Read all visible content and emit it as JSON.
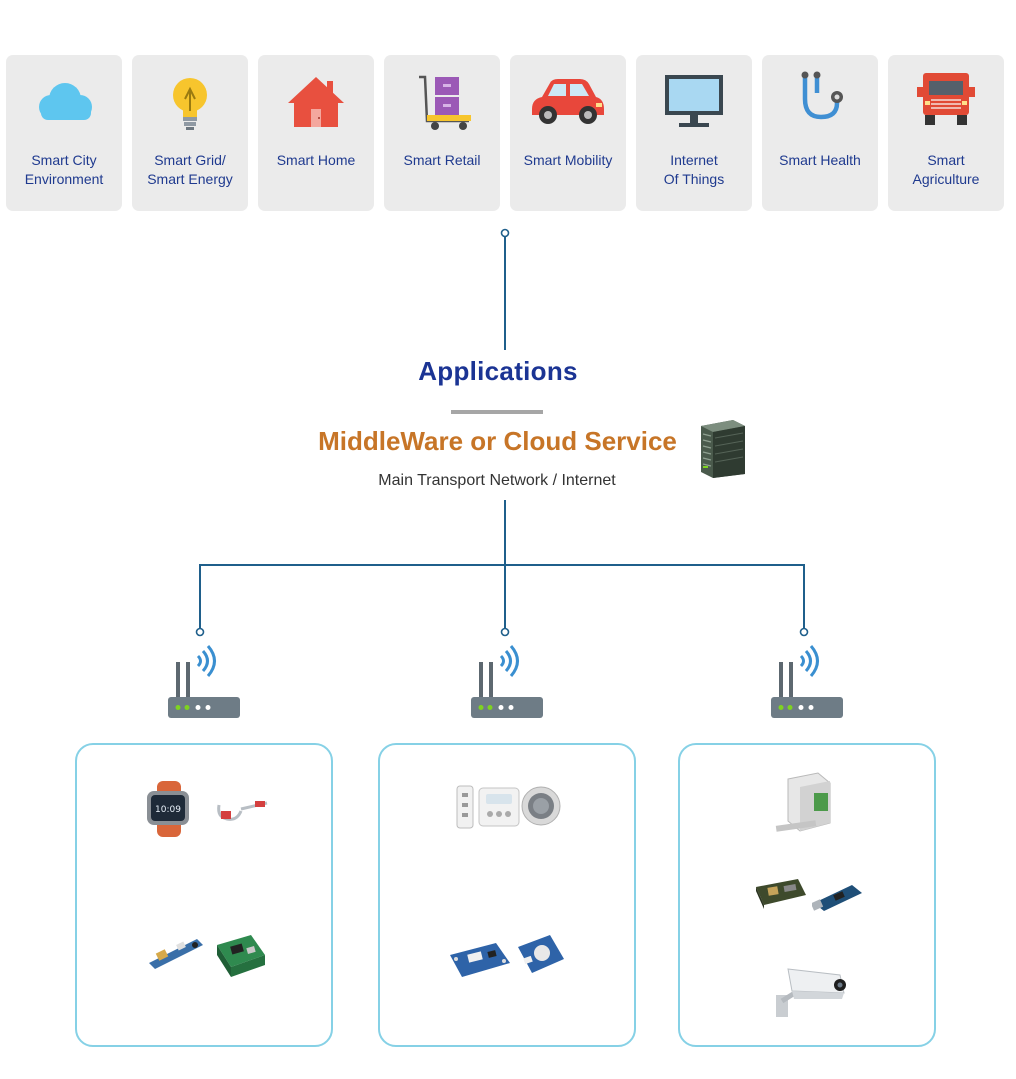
{
  "applications": [
    {
      "id": "smart-city",
      "lines": [
        "Smart City",
        "Environment"
      ],
      "icon": "cloud-icon"
    },
    {
      "id": "smart-grid",
      "lines": [
        "Smart Grid/",
        "Smart Energy"
      ],
      "icon": "lightbulb-icon"
    },
    {
      "id": "smart-home",
      "lines": [
        "Smart Home"
      ],
      "icon": "house-icon"
    },
    {
      "id": "smart-retail",
      "lines": [
        "Smart Retail"
      ],
      "icon": "cart-icon"
    },
    {
      "id": "smart-mobility",
      "lines": [
        "Smart Mobility"
      ],
      "icon": "car-icon"
    },
    {
      "id": "internet-of-things",
      "lines": [
        "Internet",
        "Of Things"
      ],
      "icon": "monitor-icon"
    },
    {
      "id": "smart-health",
      "lines": [
        "Smart  Health"
      ],
      "icon": "stethoscope-icon"
    },
    {
      "id": "smart-agriculture",
      "lines": [
        "Smart",
        "Agriculture"
      ],
      "icon": "truck-icon"
    }
  ],
  "layers": {
    "applications_title": "Applications",
    "middleware_title": "MiddleWare or Cloud Service",
    "network_subtitle": "Main Transport Network / Internet"
  },
  "icons": {
    "server": "server-icon",
    "gateways": [
      "router-icon",
      "router-icon",
      "router-icon"
    ]
  },
  "device_groups": [
    {
      "id": "wearables",
      "devices": [
        "smartwatch-icon",
        "smart-glasses-icon",
        "sensor-board-icon",
        "circuit-board-icon"
      ]
    },
    {
      "id": "home-controls",
      "devices": [
        "wall-switch-icon",
        "thermostat-panel-icon",
        "round-sensor-icon",
        "grove-board-icon",
        "grove-module-icon"
      ]
    },
    {
      "id": "industrial",
      "devices": [
        "din-rail-module-icon",
        "embedded-board-icon",
        "usb-module-icon",
        "security-camera-icon"
      ]
    }
  ],
  "colors": {
    "tile_bg": "#ebebeb",
    "tile_text": "#1f3a8f",
    "applications_title": "#1b3494",
    "middleware_title": "#c77527",
    "wire": "#1f5f8b",
    "device_box_border": "#86d1e6",
    "router_body": "#6e7c86",
    "led_green": "#7ed321",
    "wifi_waves": "#3a8fd0"
  }
}
